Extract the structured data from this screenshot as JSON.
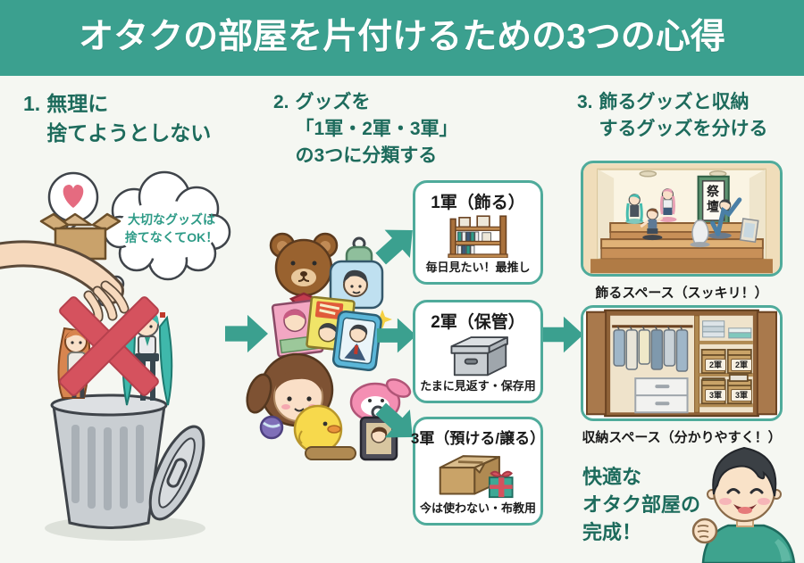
{
  "header": {
    "title": "オタクの部屋を片付けるための3つの心得"
  },
  "sections": {
    "s1": {
      "number": "1.",
      "lines": [
        "無理に",
        "捨てようとしない"
      ],
      "bubble": [
        "大切なグッズは",
        "捨てなくてOK！"
      ]
    },
    "s2": {
      "number": "2.",
      "lines": [
        "グッズを",
        "「1軍・2軍・3軍」",
        "の3つに分類する"
      ],
      "tiers": [
        {
          "title": "1軍（飾る）",
          "caption": "毎日見たい！最推し",
          "icon": "bookshelf-icon"
        },
        {
          "title": "2軍（保管）",
          "caption": "たまに見返す・保存用",
          "icon": "storage-box-icon"
        },
        {
          "title": "3軍（預ける/譲る）",
          "caption": "今は使わない・布教用",
          "icon": "cardboard-box-gift-icon"
        }
      ]
    },
    "s3": {
      "number": "3.",
      "lines": [
        "飾るグッズと収納",
        "するグッズを分ける"
      ],
      "display_scroll_label": "祭壇",
      "display_caption": "飾るスペース（スッキリ！）",
      "closet_box_labels": [
        "2軍",
        "2軍",
        "3軍",
        "3軍"
      ],
      "closet_caption": "収納スペース（分かりやすく！）",
      "final_lines": [
        "快適な",
        "オタク部屋の",
        "完成！"
      ]
    }
  },
  "colors": {
    "header_bg": "#3BA08F",
    "heading_text": "#1D6B5C",
    "arrow": "#3BA08F",
    "frame_border": "#4FAB9B",
    "cross_red": "#D5525E",
    "bubble_text": "#2E9B87"
  }
}
